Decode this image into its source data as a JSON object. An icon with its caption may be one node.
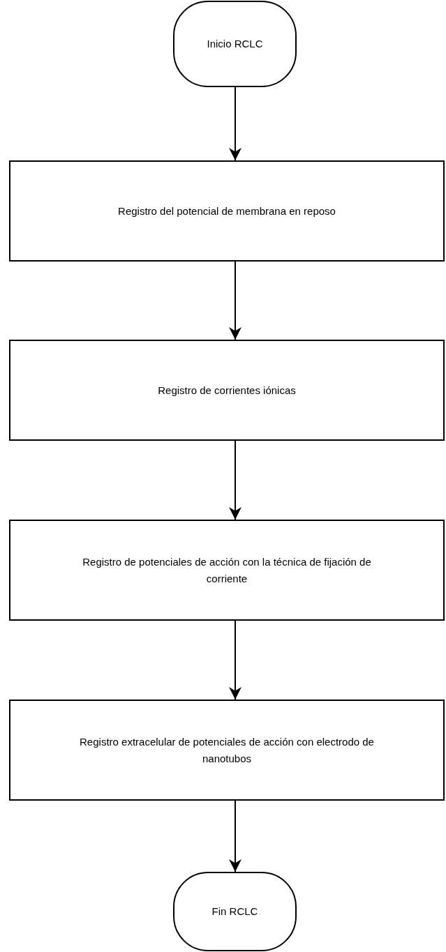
{
  "diagram": {
    "nodes": [
      {
        "text": [
          "Inicio RCLC"
        ]
      },
      {
        "text": [
          "Registro del potencial de membrana en reposo"
        ]
      },
      {
        "text": [
          "Registro de corrientes iónicas"
        ]
      },
      {
        "text": [
          "Registro de potenciales de acción con la técnica de fijación de corriente"
        ]
      },
      {
        "text": [
          "Registro extracelular de potenciales de acción con electrodo de nanotubos"
        ]
      },
      {
        "text": [
          "Fin RCLC"
        ]
      }
    ],
    "edges": [
      {
        "from": 0,
        "to": 1,
        "arrow": "to"
      },
      {
        "from": 1,
        "to": 2,
        "arrow": "to"
      },
      {
        "from": 2,
        "to": 3,
        "arrow": "to"
      },
      {
        "from": 3,
        "to": 4,
        "arrow": "to"
      },
      {
        "from": 4,
        "to": 5,
        "arrow": "to"
      }
    ]
  }
}
